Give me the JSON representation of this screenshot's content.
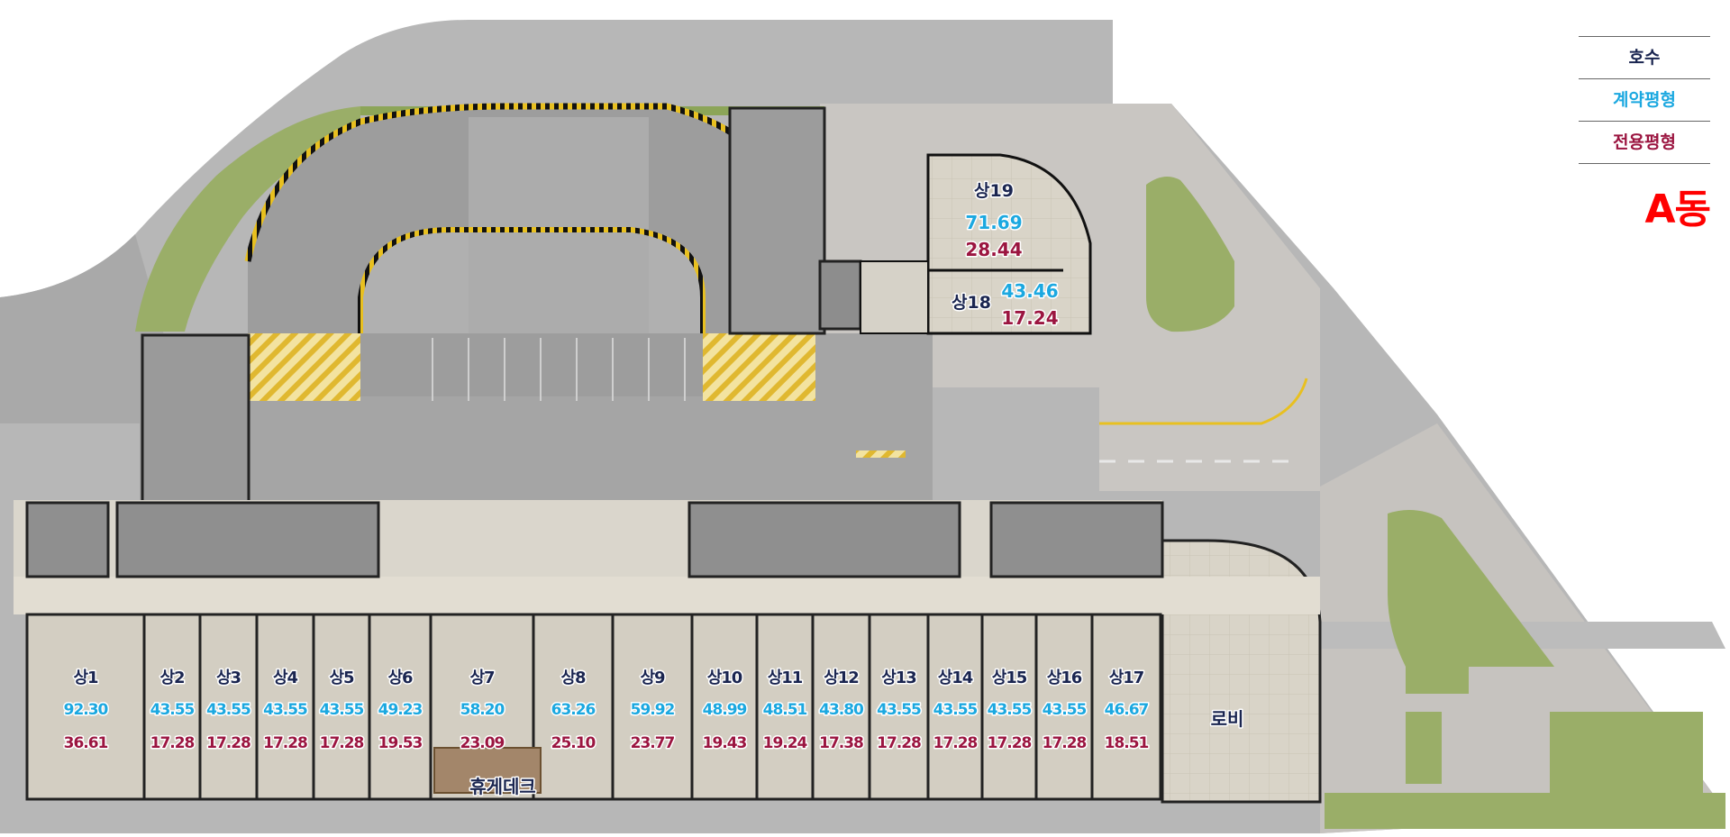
{
  "legend": {
    "unit_label": "호수",
    "contract_label": "계약평형",
    "exclusive_label": "전용평형"
  },
  "building_label": "A동",
  "colors": {
    "unit": "#1a2550",
    "contract": "#1ba8e0",
    "exclusive": "#9b1540",
    "building": "#ff0000"
  },
  "bottom_units": [
    {
      "name": "상1",
      "contract": "92.30",
      "exclusive": "36.61"
    },
    {
      "name": "상2",
      "contract": "43.55",
      "exclusive": "17.28"
    },
    {
      "name": "상3",
      "contract": "43.55",
      "exclusive": "17.28"
    },
    {
      "name": "상4",
      "contract": "43.55",
      "exclusive": "17.28"
    },
    {
      "name": "상5",
      "contract": "43.55",
      "exclusive": "17.28"
    },
    {
      "name": "상6",
      "contract": "49.23",
      "exclusive": "19.53"
    },
    {
      "name": "상7",
      "contract": "58.20",
      "exclusive": "23.09"
    },
    {
      "name": "상8",
      "contract": "63.26",
      "exclusive": "25.10"
    },
    {
      "name": "상9",
      "contract": "59.92",
      "exclusive": "23.77"
    },
    {
      "name": "상10",
      "contract": "48.99",
      "exclusive": "19.43"
    },
    {
      "name": "상11",
      "contract": "48.51",
      "exclusive": "19.24"
    },
    {
      "name": "상12",
      "contract": "43.80",
      "exclusive": "17.38"
    },
    {
      "name": "상13",
      "contract": "43.55",
      "exclusive": "17.28"
    },
    {
      "name": "상14",
      "contract": "43.55",
      "exclusive": "17.28"
    },
    {
      "name": "상15",
      "contract": "43.55",
      "exclusive": "17.28"
    },
    {
      "name": "상16",
      "contract": "43.55",
      "exclusive": "17.28"
    },
    {
      "name": "상17",
      "contract": "46.67",
      "exclusive": "18.51"
    }
  ],
  "top_units": {
    "u19": {
      "name": "상19",
      "contract": "71.69",
      "exclusive": "28.44"
    },
    "u18": {
      "name": "상18",
      "contract": "43.46",
      "exclusive": "17.24"
    }
  },
  "rooms": {
    "lobby": "로비",
    "deck": "휴게데크"
  }
}
